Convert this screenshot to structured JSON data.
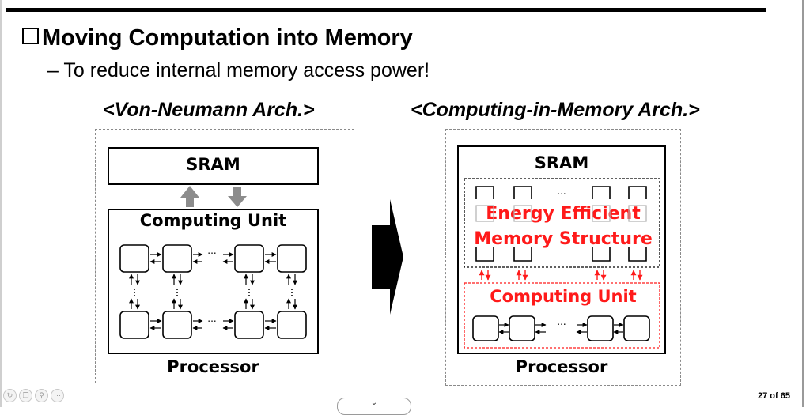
{
  "slide": {
    "title": "Moving Computation into Memory",
    "subtitle": "– To reduce internal memory access power!",
    "page_indicator": "27 of 65"
  },
  "left_diagram": {
    "heading": "<Von-Neumann Arch.>",
    "sram_label": "SRAM",
    "computing_unit_label": "Computing Unit",
    "processor_label": "Processor",
    "ellipsis": "..."
  },
  "right_diagram": {
    "heading": "<Computing-in-Memory Arch.>",
    "sram_label": "SRAM",
    "memory_structure_line1": "Energy Efficient",
    "memory_structure_line2": "Memory Structure",
    "computing_unit_label": "Computing Unit",
    "processor_label": "Processor",
    "ellipsis": "..."
  },
  "colors": {
    "accent_red": "#ff1a1a",
    "arrow_gray": "#8c8c8c",
    "black": "#000000"
  },
  "viewer": {
    "icons": [
      "rotate-icon",
      "copy-icon",
      "zoom-icon",
      "more-icon"
    ],
    "bottom_tab_icon": "chevron-down-icon"
  }
}
